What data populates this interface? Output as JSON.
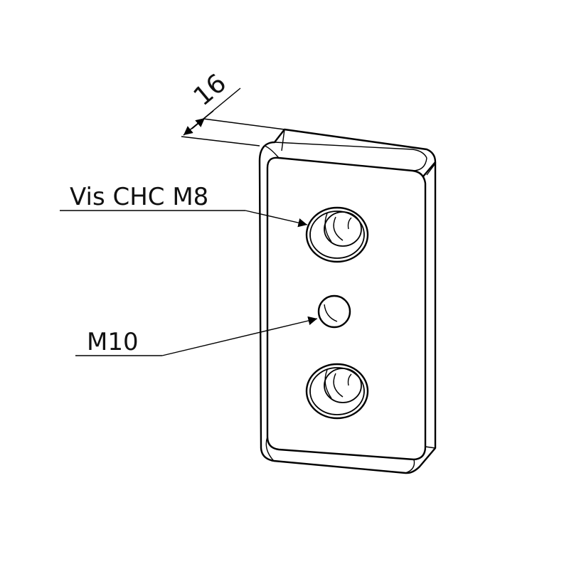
{
  "annotations": {
    "dimension_width": "16",
    "screw_label": "Vis CHC M8",
    "thread_label": "M10"
  },
  "colors": {
    "line": "#000000",
    "background": "#ffffff"
  }
}
